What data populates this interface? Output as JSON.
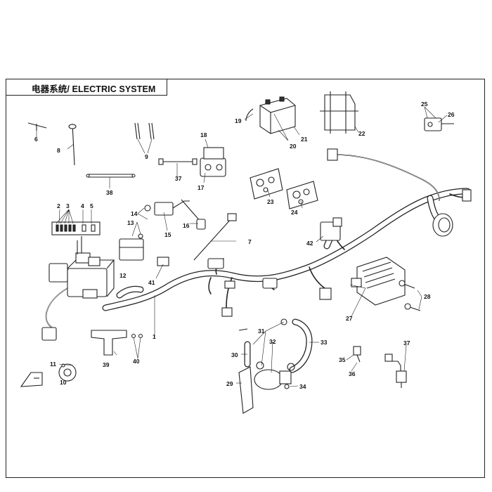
{
  "title": "电器系统/ ELECTRIC SYSTEM",
  "callouts": [
    {
      "id": "c1",
      "text": "1"
    },
    {
      "id": "c2",
      "text": "2"
    },
    {
      "id": "c3",
      "text": "3"
    },
    {
      "id": "c4",
      "text": "4"
    },
    {
      "id": "c5",
      "text": "5"
    },
    {
      "id": "c6",
      "text": "6"
    },
    {
      "id": "c7",
      "text": "7"
    },
    {
      "id": "c8",
      "text": "8"
    },
    {
      "id": "c9",
      "text": "9"
    },
    {
      "id": "c10",
      "text": "10"
    },
    {
      "id": "c11",
      "text": "11"
    },
    {
      "id": "c12",
      "text": "12"
    },
    {
      "id": "c13",
      "text": "13"
    },
    {
      "id": "c14",
      "text": "14"
    },
    {
      "id": "c15",
      "text": "15"
    },
    {
      "id": "c16",
      "text": "16"
    },
    {
      "id": "c17",
      "text": "17"
    },
    {
      "id": "c18",
      "text": "18"
    },
    {
      "id": "c19",
      "text": "19"
    },
    {
      "id": "c20",
      "text": "20"
    },
    {
      "id": "c21",
      "text": "21"
    },
    {
      "id": "c22",
      "text": "22"
    },
    {
      "id": "c23",
      "text": "23"
    },
    {
      "id": "c24",
      "text": "24"
    },
    {
      "id": "c25",
      "text": "25"
    },
    {
      "id": "c26",
      "text": "26"
    },
    {
      "id": "c27",
      "text": "27"
    },
    {
      "id": "c28",
      "text": "28"
    },
    {
      "id": "c29",
      "text": "29"
    },
    {
      "id": "c30",
      "text": "30"
    },
    {
      "id": "c31",
      "text": "31"
    },
    {
      "id": "c32",
      "text": "32"
    },
    {
      "id": "c33",
      "text": "33"
    },
    {
      "id": "c34",
      "text": "34"
    },
    {
      "id": "c35",
      "text": "35"
    },
    {
      "id": "c36",
      "text": "36"
    },
    {
      "id": "c37a",
      "text": "37"
    },
    {
      "id": "c37b",
      "text": "37"
    },
    {
      "id": "c38",
      "text": "38"
    },
    {
      "id": "c39",
      "text": "39"
    },
    {
      "id": "c40",
      "text": "40"
    },
    {
      "id": "c41",
      "text": "41"
    },
    {
      "id": "c42",
      "text": "42"
    }
  ],
  "colors": {
    "line": "#222222",
    "background": "#ffffff"
  }
}
